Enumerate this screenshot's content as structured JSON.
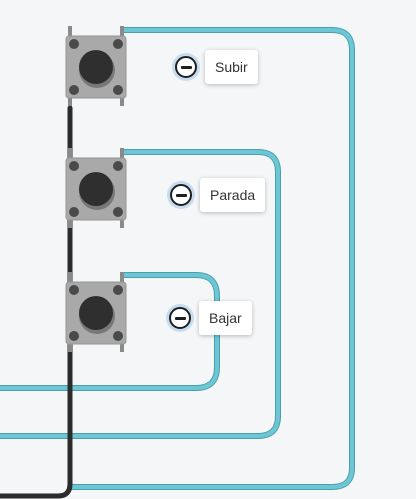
{
  "buttons": [
    {
      "id": "subir",
      "label": "Subir"
    },
    {
      "id": "parada",
      "label": "Parada"
    },
    {
      "id": "bajar",
      "label": "Bajar"
    }
  ],
  "colors": {
    "signal_wire": "#6cc6d4",
    "signal_wire_outline": "#4a9fad",
    "ground_wire": "#2b2b2b",
    "button_body": "#a9a9a9",
    "button_cap": "#2f2f2f",
    "background": "#f4f6f8"
  },
  "icons": {
    "remove_label": "minus-circle-icon"
  }
}
